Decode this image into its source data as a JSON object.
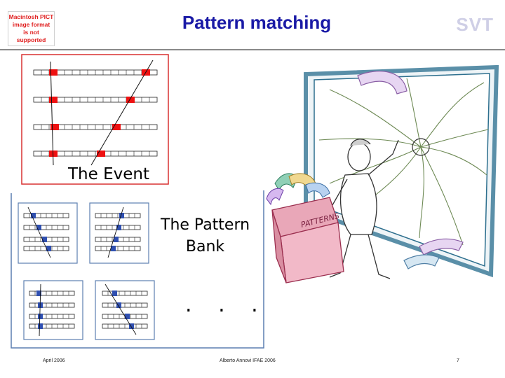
{
  "placeholder_image": {
    "lines": [
      "Macintosh PICT",
      "image format",
      "is not supported"
    ]
  },
  "slide": {
    "title": "Pattern matching",
    "logo": "SVT"
  },
  "event_panel": {
    "label": "The Event"
  },
  "pattern_bank": {
    "label_line1": "The Pattern",
    "label_line2": "Bank",
    "ellipsis": ". . ."
  },
  "footer": {
    "date": "April 2006",
    "author": "Alberto Annovi IFAE 2006",
    "page": "7"
  },
  "colors": {
    "title": "#1a1aa6",
    "event_border": "#d93030",
    "event_hit": "#ee1111",
    "bank_border": "#5c7fb0",
    "bank_hit": "#2f4fb0",
    "logo": "#cfcfe6"
  },
  "illustration": {
    "description_icon": "cartoon-figure-with-pattern-box-icon",
    "box_label": "PATTERNS"
  }
}
